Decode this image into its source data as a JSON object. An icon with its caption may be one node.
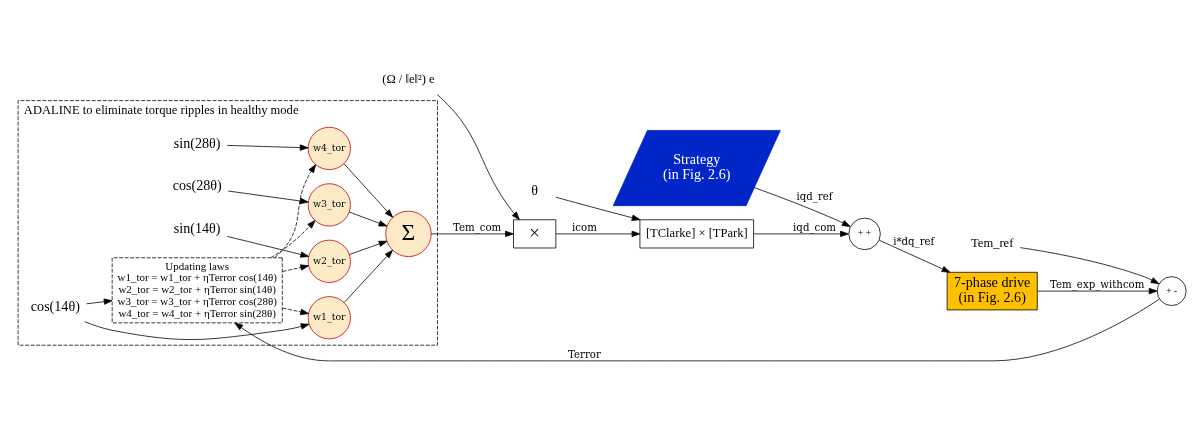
{
  "diagram": {
    "nodes": [
      {
        "text": [
          "ADALINE to eliminate torque ripples in healthy mode"
        ]
      },
      {
        "text": [
          "Updating laws",
          "w1_tor = w1_tor + ηTerror cos(14θ)",
          "w2_tor = w2_tor + ηTerror sin(14θ)",
          "w3_tor = w3_tor + ηTerror cos(28θ)",
          "w4_tor = w4_tor + ηTerror sin(28θ)"
        ],
        "in": 0
      },
      {
        "text": [
          "cos(14θ)"
        ],
        "in": 0
      },
      {
        "text": [
          "sin(14θ)"
        ],
        "in": 0
      },
      {
        "text": [
          "cos(28θ)"
        ],
        "in": 0
      },
      {
        "text": [
          "sin(28θ)"
        ],
        "in": 0
      },
      {
        "text": [
          "w1_tor"
        ],
        "in": 0
      },
      {
        "text": [
          "w2_tor"
        ],
        "in": 0
      },
      {
        "text": [
          "w3_tor"
        ],
        "in": 0
      },
      {
        "text": [
          "w4_tor"
        ],
        "in": 0
      },
      {
        "text": [
          "Σ"
        ],
        "in": 0
      },
      {
        "text": [
          "×"
        ]
      },
      {
        "text": [
          "(Ω / ‖e‖²) e"
        ]
      },
      {
        "text": [
          "[TClarke] × [TPark]"
        ]
      },
      {
        "text": [
          "θ"
        ]
      },
      {
        "text": [
          "+ +"
        ]
      },
      {
        "text": [
          "Tem_ref"
        ]
      },
      {
        "text": [
          "+ -"
        ]
      },
      {
        "text": [
          "7-phase drive",
          "(in Fig. 2.6)"
        ]
      },
      {
        "text": [
          "Strategy",
          "(in Fig. 2.6)"
        ]
      }
    ],
    "edges": [
      {
        "from": 2,
        "to": 1,
        "arrow": "to"
      },
      {
        "from": 2,
        "to": 6,
        "arrow": "to"
      },
      {
        "from": 3,
        "to": 7,
        "arrow": "to"
      },
      {
        "from": 4,
        "to": 8,
        "arrow": "to"
      },
      {
        "from": 5,
        "to": 9,
        "arrow": "to"
      },
      {
        "from": 1,
        "to": 6,
        "arrow": "to",
        "style": "dashed"
      },
      {
        "from": 1,
        "to": 7,
        "arrow": "to",
        "style": "dashed"
      },
      {
        "from": 1,
        "to": 8,
        "arrow": "to",
        "style": "dashed"
      },
      {
        "from": 1,
        "to": 9,
        "arrow": "to",
        "style": "dashed"
      },
      {
        "from": 6,
        "to": 10,
        "arrow": "to"
      },
      {
        "from": 7,
        "to": 10,
        "arrow": "to"
      },
      {
        "from": 8,
        "to": 10,
        "arrow": "to"
      },
      {
        "from": 9,
        "to": 10,
        "arrow": "to"
      },
      {
        "from": 10,
        "to": 11,
        "arrow": "to",
        "label": "Tem_com"
      },
      {
        "from": 12,
        "to": 11,
        "arrow": "to"
      },
      {
        "from": 11,
        "to": 13,
        "arrow": "to",
        "label": "icom"
      },
      {
        "from": 14,
        "to": 13,
        "arrow": "to"
      },
      {
        "from": 13,
        "to": 15,
        "arrow": "to",
        "label": "iqd_com"
      },
      {
        "from": 19,
        "to": 15,
        "arrow": "to",
        "label": "iqd_ref"
      },
      {
        "from": 15,
        "to": 18,
        "arrow": "to",
        "label": "i*dq_ref"
      },
      {
        "from": 18,
        "to": 17,
        "arrow": "to",
        "label": "Tem_exp_withcom"
      },
      {
        "from": 16,
        "to": 17,
        "arrow": "to"
      },
      {
        "from": 17,
        "to": 1,
        "arrow": "to",
        "label": "Terror"
      }
    ]
  }
}
